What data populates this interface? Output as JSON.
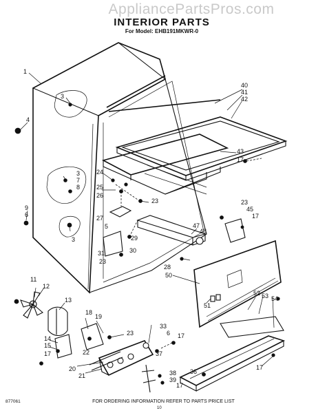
{
  "header": {
    "watermark": "AppliancePartsPros.com",
    "title": "INTERIOR PARTS",
    "subtitle": "For Model: EHB191MKWR-0"
  },
  "footer": {
    "doc_number": "877061",
    "ordering_info": "FOR ORDERING INFORMATION REFER TO PARTS PRICE LIST",
    "page_number": "10"
  },
  "callouts": [
    "1",
    "3",
    "4",
    "3",
    "7",
    "8",
    "9",
    "6",
    "3",
    "24",
    "25",
    "26",
    "23",
    "27",
    "5",
    "31",
    "23",
    "29",
    "30",
    "40",
    "41",
    "42",
    "43",
    "17",
    "23",
    "45",
    "17",
    "47",
    "48",
    "28",
    "50",
    "51",
    "11",
    "12",
    "13",
    "18",
    "19",
    "23",
    "14",
    "15",
    "17",
    "22",
    "33",
    "6",
    "17",
    "37",
    "20",
    "21",
    "38",
    "39",
    "17",
    "36",
    "52",
    "53",
    "54",
    "17"
  ]
}
